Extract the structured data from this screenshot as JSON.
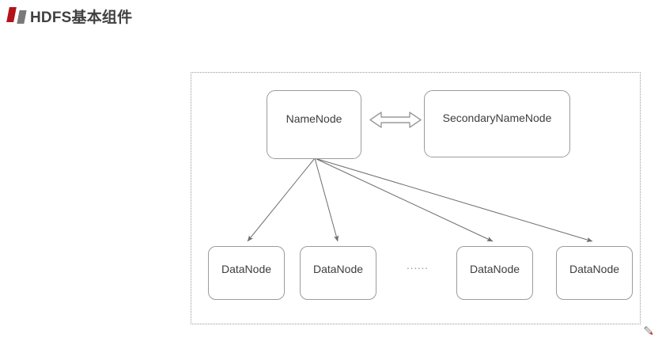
{
  "header": {
    "title": "HDFS基本组件",
    "bullet_icon": "double-bar-bullet-icon",
    "colors": {
      "bar_red": "#b31419",
      "bar_grey": "#7a7a7a",
      "title_text": "#404040"
    }
  },
  "diagram": {
    "container": {
      "name": "hdfs-cluster-boundary",
      "border_style": "dotted",
      "border_color": "#9a9a9a"
    },
    "nodes": {
      "namenode": {
        "label": "NameNode"
      },
      "secondary_namenode": {
        "label": "SecondaryNameNode"
      },
      "datanodes": [
        {
          "label": "DataNode"
        },
        {
          "label": "DataNode"
        },
        {
          "label": "DataNode"
        },
        {
          "label": "DataNode"
        }
      ]
    },
    "ellipsis": "......",
    "connectors": {
      "namenode_secondary": {
        "name": "bidirectional-hollow-arrow",
        "direction": "both"
      },
      "namenode_datanodes": {
        "name": "namenode-to-datanode-arrow",
        "direction": "down",
        "count": 4
      }
    },
    "colors": {
      "box_border": "#9b9b9b",
      "box_fill": "#ffffff",
      "text": "#3d3d3d",
      "arrow_line": "#6e6e6e",
      "hollow_arrow_stroke": "#9a9a9a"
    }
  },
  "overlay": {
    "pencil_icon": "pencil-edit-icon",
    "pencil_tip_color": "#d0282e"
  },
  "page": {
    "background": "#ffffff"
  }
}
